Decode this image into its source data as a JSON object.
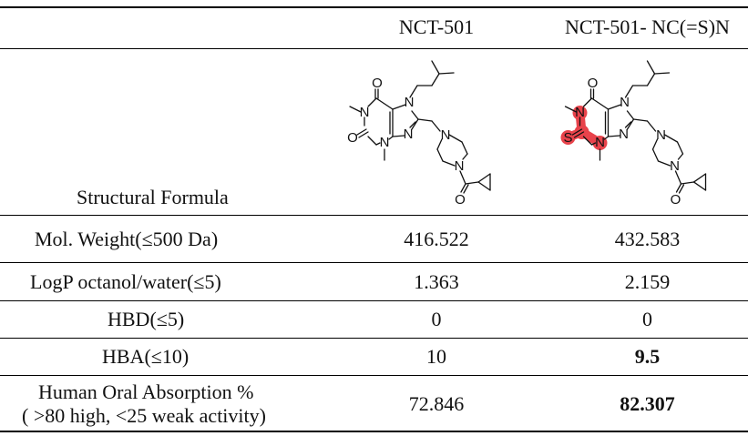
{
  "table": {
    "headers": [
      "",
      "NCT-501",
      "NCT-501- NC(=S)N"
    ],
    "structure_label": "Structural Formula",
    "rows": [
      {
        "property": "Mol. Weight(≤500 Da)",
        "nct501": "416.522",
        "variant": "432.583",
        "variant_bold": false
      },
      {
        "property": "LogP octanol/water(≤5)",
        "nct501": "1.363",
        "variant": "2.159",
        "variant_bold": false
      },
      {
        "property": "HBD(≤5)",
        "nct501": "0",
        "variant": "0",
        "variant_bold": false
      },
      {
        "property": "HBA(≤10)",
        "nct501": "10",
        "variant": "9.5",
        "variant_bold": true
      },
      {
        "property": "Human Oral Absorption %",
        "property_line2": "( >80 high, <25 weak activity)",
        "nct501": "72.846",
        "variant": "82.307",
        "variant_bold": true
      }
    ]
  },
  "molecules": {
    "nct501": {
      "atoms": {
        "o1": "O",
        "n1": "N",
        "o2": "O",
        "n3": "N",
        "n7": "N",
        "n9": "N",
        "pn1": "N",
        "pn4": "N",
        "ob": "O"
      }
    },
    "variant": {
      "atoms": {
        "o1": "O",
        "n1": "N",
        "s2": "S",
        "n3": "N",
        "n7": "N",
        "n9": "N",
        "pn1": "N",
        "pn4": "N",
        "ob": "O"
      }
    },
    "highlight_color": "#e8434b"
  }
}
